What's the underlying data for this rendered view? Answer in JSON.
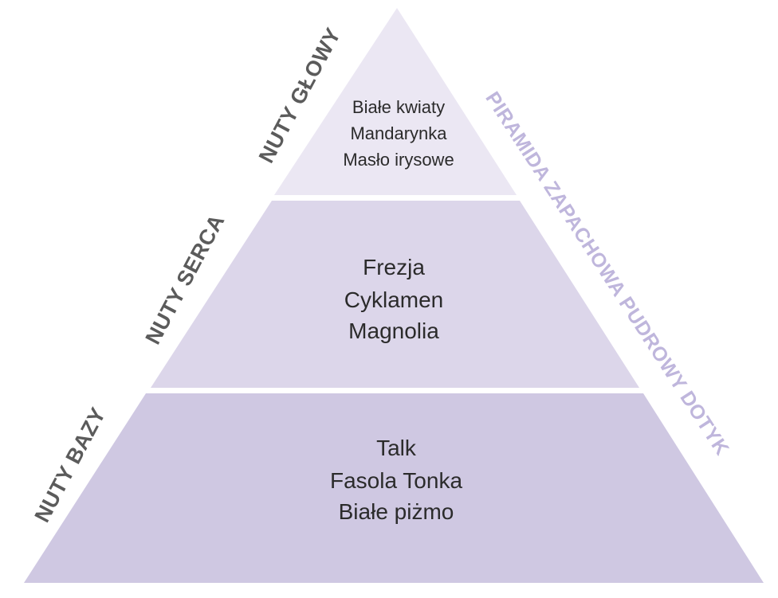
{
  "title": "PIRAMIDA ZAPACHOWA PUDROWY DOTYK",
  "levels": {
    "top": {
      "label": "NUTY GŁOWY",
      "notes": [
        "Białe kwiaty",
        "Mandarynka",
        "Masło irysowe"
      ]
    },
    "middle": {
      "label": "NUTY SERCA",
      "notes": [
        "Frezja",
        "Cyklamen",
        "Magnolia"
      ]
    },
    "bottom": {
      "label": "NUTY BAZY",
      "notes": [
        "Talk",
        "Fasola Tonka",
        "Białe piżmo"
      ]
    }
  },
  "colors": {
    "top": "#ebe7f3",
    "middle": "#dcd6ea",
    "bottom": "#cfc8e2",
    "title": "#bfb6dc",
    "label": "#5b5b5b",
    "text": "#2b2b2b"
  }
}
